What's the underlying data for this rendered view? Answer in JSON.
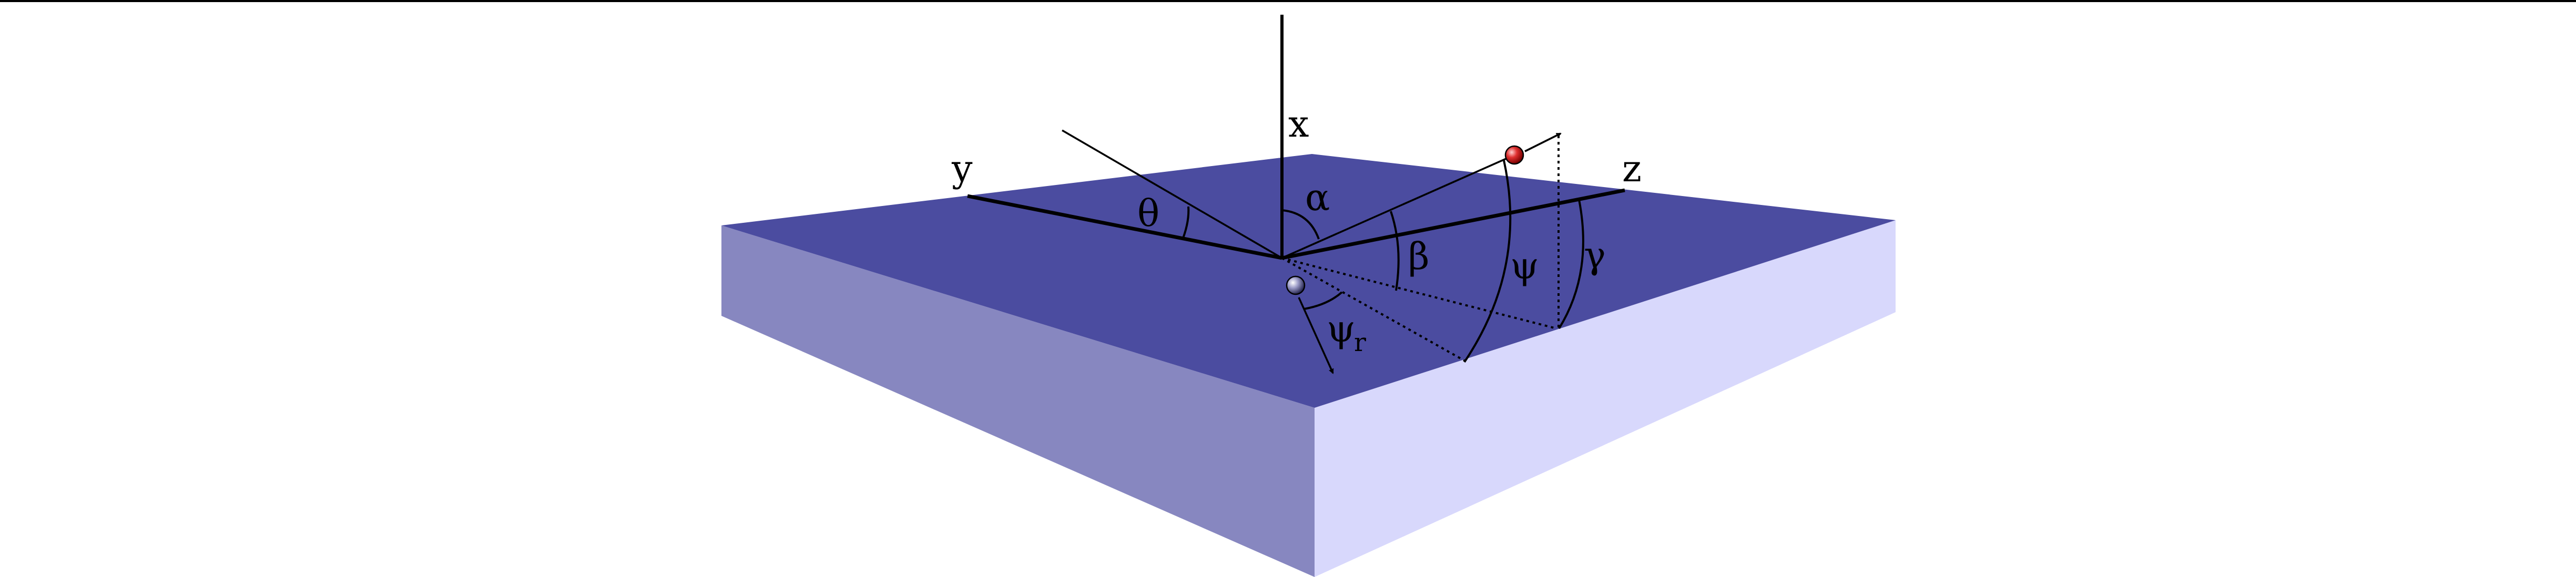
{
  "diagram": {
    "axes": {
      "x": "x",
      "y": "y",
      "z": "z"
    },
    "angles": {
      "theta": "θ",
      "alpha": "α",
      "beta": "β",
      "psi": "ψ",
      "gamma": "γ",
      "psi_r": "ψ",
      "psi_r_sub": "r"
    },
    "colors": {
      "slab_top": "#4b4ca0",
      "slab_left": "#8787c0",
      "slab_right": "#d8d8fc",
      "particle_incident": "#dd2222",
      "particle_reflected": "#8888bb",
      "lines": "#000000"
    }
  }
}
